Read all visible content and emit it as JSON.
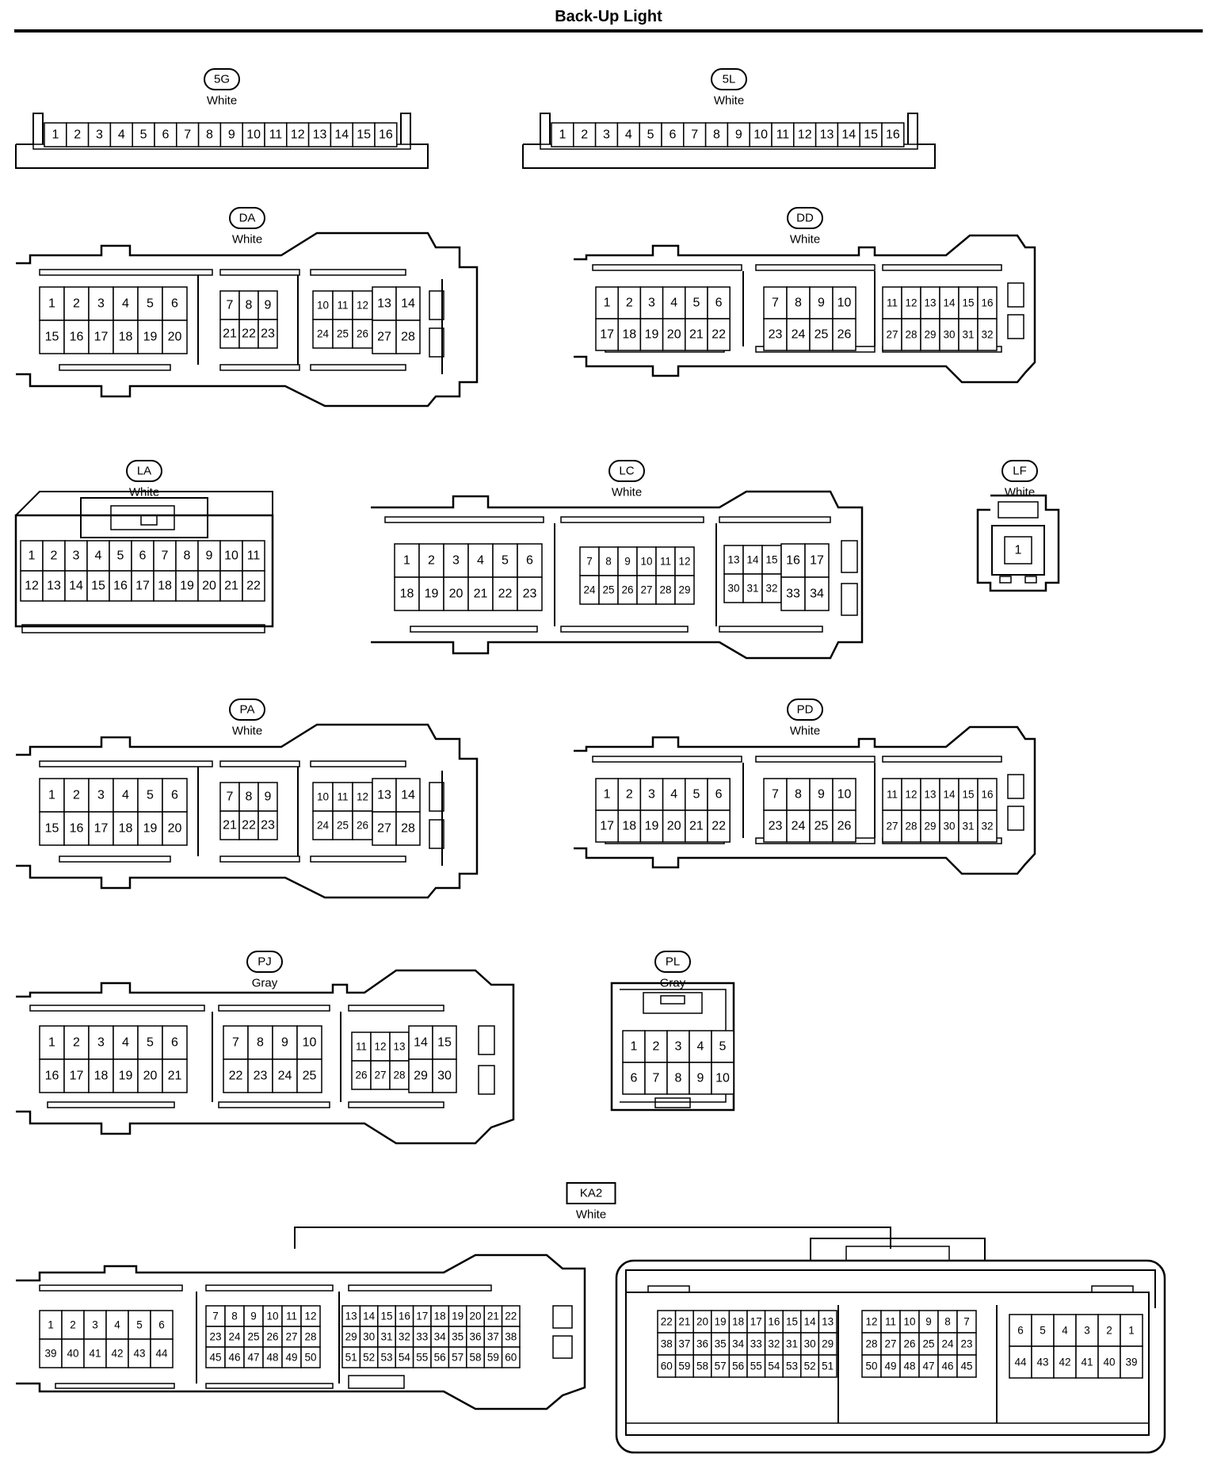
{
  "title": "Back-Up Light",
  "connectors": [
    {
      "id": "5G",
      "color": "White"
    },
    {
      "id": "5L",
      "color": "White"
    },
    {
      "id": "DA",
      "color": "White"
    },
    {
      "id": "DD",
      "color": "White"
    },
    {
      "id": "LA",
      "color": "White"
    },
    {
      "id": "LC",
      "color": "White"
    },
    {
      "id": "LF",
      "color": "White"
    },
    {
      "id": "PA",
      "color": "White"
    },
    {
      "id": "PD",
      "color": "White"
    },
    {
      "id": "PJ",
      "color": "Gray"
    },
    {
      "id": "PL",
      "color": "Gray"
    },
    {
      "id": "KA2",
      "color": "White"
    }
  ]
}
